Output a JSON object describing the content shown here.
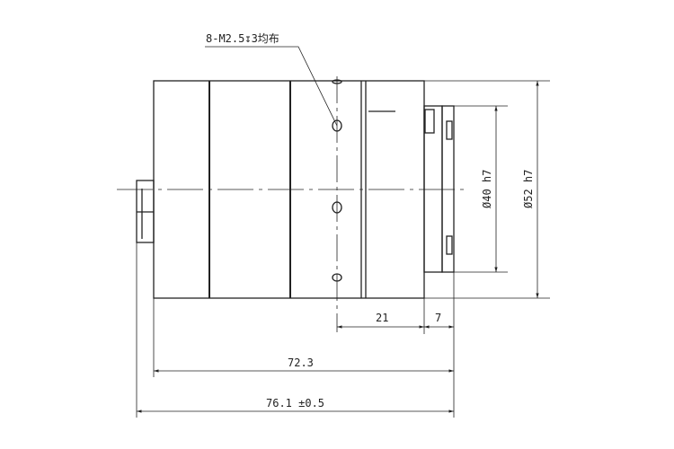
{
  "annotation": {
    "thread_note": "8-M2.5↧3均布"
  },
  "dimensions": {
    "d40": "Ø40 h7",
    "d52": "Ø52 h7",
    "len21": "21",
    "len7": "7",
    "len72": "72.3",
    "len76": "76.1 ±0.5"
  }
}
